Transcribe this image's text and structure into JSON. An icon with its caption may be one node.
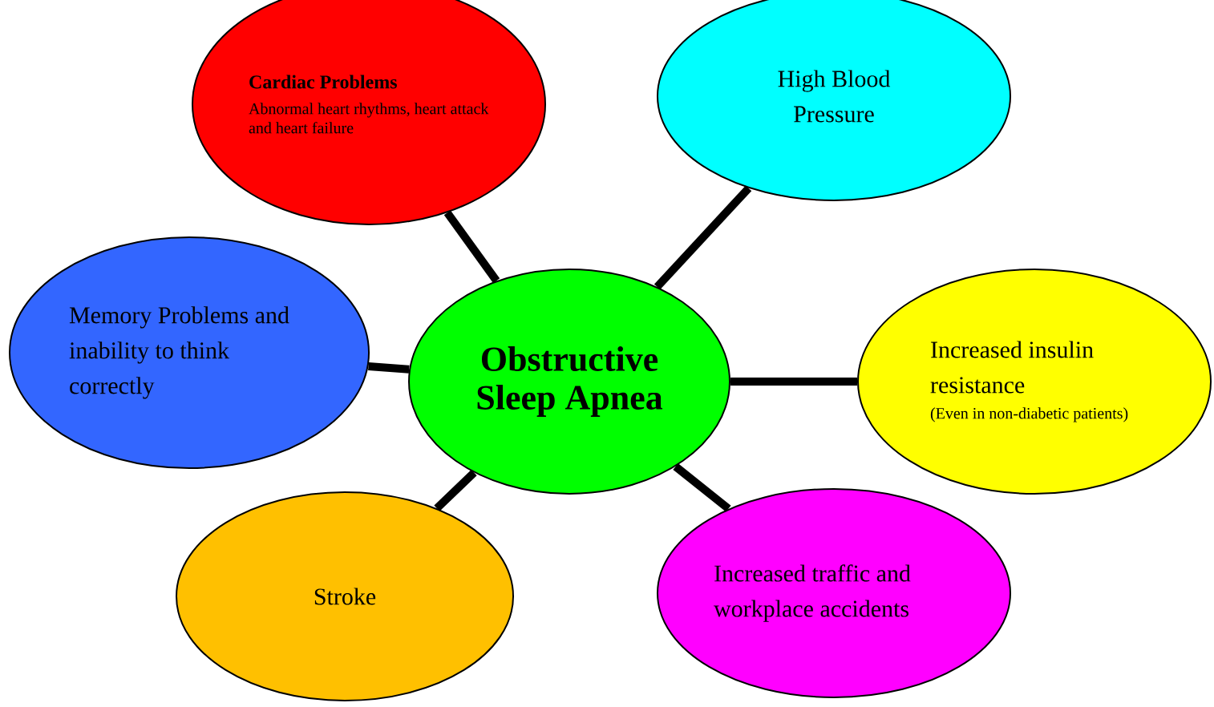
{
  "diagram": {
    "nodes": [
      {
        "text": [
          "Obstructive Sleep Apnea"
        ]
      },
      {
        "text": [
          "Cardiac Problems",
          "Abnormal heart rhythms, heart attack and heart failure"
        ]
      },
      {
        "text": [
          "High Blood Pressure"
        ]
      },
      {
        "text": [
          "Memory Problems and inability to think correctly"
        ]
      },
      {
        "text": [
          "Increased insulin resistance",
          "(Even in non-diabetic patients)"
        ]
      },
      {
        "text": [
          "Stroke"
        ]
      },
      {
        "text": [
          "Increased traffic and workplace accidents"
        ]
      }
    ],
    "edges": [
      {
        "from": 0,
        "to": 1,
        "arrow": "none"
      },
      {
        "from": 0,
        "to": 2,
        "arrow": "none"
      },
      {
        "from": 0,
        "to": 3,
        "arrow": "none"
      },
      {
        "from": 0,
        "to": 4,
        "arrow": "none"
      },
      {
        "from": 0,
        "to": 5,
        "arrow": "none"
      },
      {
        "from": 0,
        "to": 6,
        "arrow": "none"
      }
    ]
  }
}
